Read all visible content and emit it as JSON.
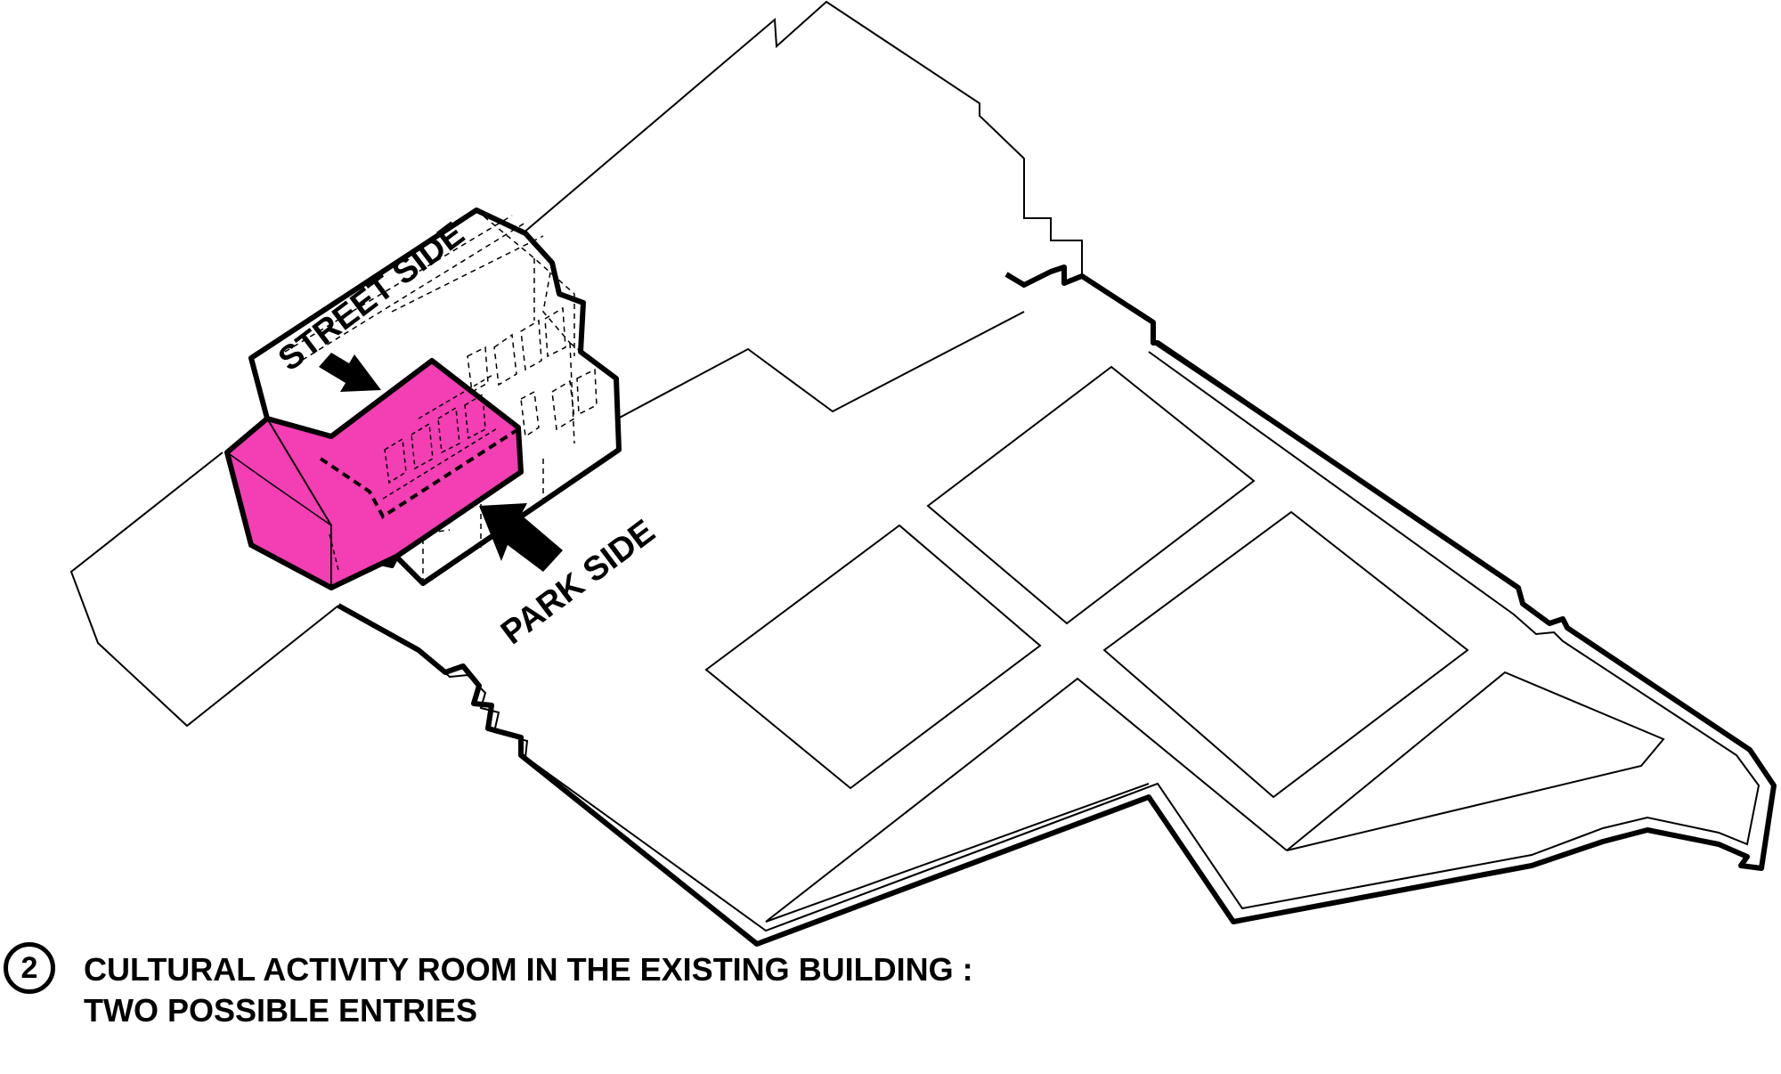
{
  "diagram": {
    "labels": {
      "street_side": "STREET SIDE",
      "park_side": "PARK SIDE"
    },
    "colors": {
      "highlight": "#f33fb3",
      "line": "#000000",
      "background": "#ffffff"
    }
  },
  "caption": {
    "number": "2",
    "line1": "CULTURAL ACTIVITY ROOM IN THE EXISTING BUILDING :",
    "line2": "TWO POSSIBLE ENTRIES"
  }
}
